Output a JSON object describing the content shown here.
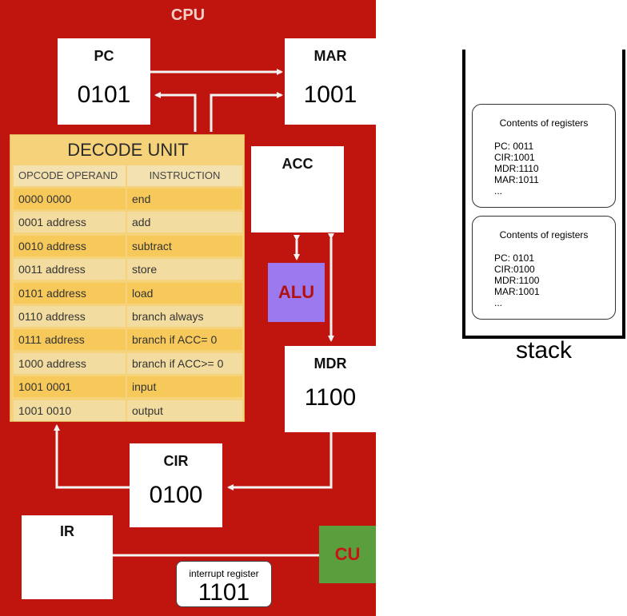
{
  "cpu": {
    "title": "CPU",
    "color": "#c0150e"
  },
  "registers": {
    "pc": {
      "label": "PC",
      "value": "0101"
    },
    "mar": {
      "label": "MAR",
      "value": "1001"
    },
    "acc": {
      "label": "ACC",
      "value": ""
    },
    "mdr": {
      "label": "MDR",
      "value": "1100"
    },
    "cir": {
      "label": "CIR",
      "value": "0100"
    },
    "ir": {
      "label": "IR",
      "value": ""
    }
  },
  "decode_unit": {
    "title": "DECODE UNIT",
    "headers": [
      "OPCODE OPERAND",
      "INSTRUCTION"
    ],
    "rows": [
      [
        "0000 0000",
        "end"
      ],
      [
        "0001 address",
        "add"
      ],
      [
        "0010 address",
        "subtract"
      ],
      [
        "0011 address",
        "store"
      ],
      [
        "0101 address",
        "load"
      ],
      [
        "0110 address",
        "branch always"
      ],
      [
        "0111 address",
        "branch if ACC= 0"
      ],
      [
        "1000 address",
        "branch if ACC>=  0"
      ],
      [
        "1001 0001",
        "input"
      ],
      [
        "1001 0010",
        "output"
      ]
    ]
  },
  "alu": {
    "label": "ALU",
    "color": "#9b7af0"
  },
  "cu": {
    "label": "CU",
    "color": "#5b9e3e"
  },
  "interrupt_register": {
    "label": "interrupt register",
    "value": "1101"
  },
  "stack": {
    "label": "stack",
    "frames": [
      {
        "title": "Contents of registers",
        "lines": [
          "PC: 0011",
          "CIR:1001",
          "MDR:1110",
          "MAR:1011",
          "..."
        ]
      },
      {
        "title": "Contents of registers",
        "lines": [
          "PC: 0101",
          "CIR:0100",
          "MDR:1100",
          "MAR:1001",
          "..."
        ]
      }
    ]
  }
}
